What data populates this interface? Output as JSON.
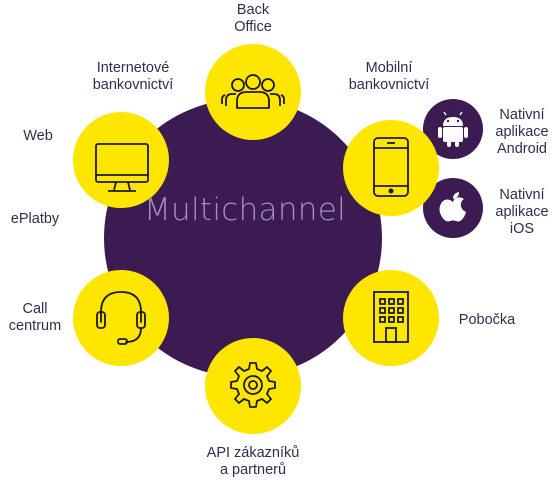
{
  "title": "Multichannel",
  "colors": {
    "hub": "#3c1b52",
    "node": "#ffe600",
    "icon_stroke": "#1a1a1a",
    "os_icon": "#ffffff",
    "text": "#3a2a4a"
  },
  "nodes": [
    {
      "id": "back-office",
      "label": "Back\nOffice",
      "icon": "users-icon"
    },
    {
      "id": "mobile",
      "label": "Mobilní\nbankovnictví",
      "icon": "smartphone-icon"
    },
    {
      "id": "branch",
      "label": "Pobočka",
      "icon": "building-icon"
    },
    {
      "id": "api",
      "label": "API zákazníků\na partnerů",
      "icon": "gear-icon"
    },
    {
      "id": "call-centre",
      "label": "Call\ncentrum",
      "icon": "headset-icon"
    },
    {
      "id": "web",
      "label": "Web",
      "icon": "monitor-icon"
    }
  ],
  "extra_labels": {
    "internet_banking": "Internetové\nbankovnictví",
    "eplatby": "ePlatby"
  },
  "native_apps": [
    {
      "id": "android",
      "label": "Nativní\naplikace\nAndroid",
      "icon": "android-icon"
    },
    {
      "id": "ios",
      "label": "Nativní\naplikace\niOS",
      "icon": "apple-icon"
    }
  ]
}
